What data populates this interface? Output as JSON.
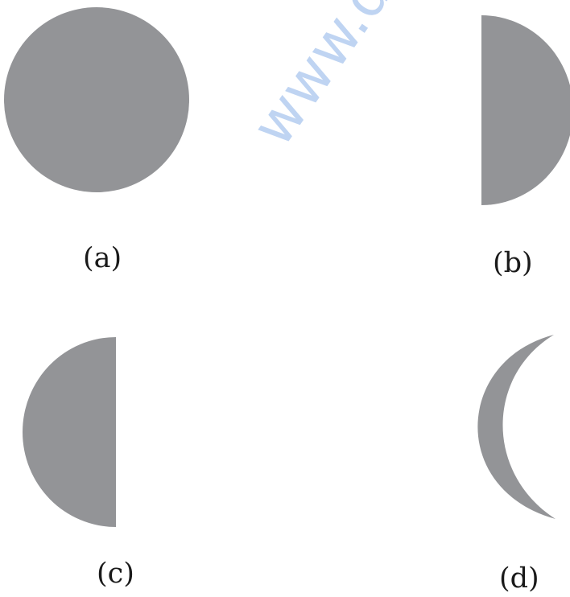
{
  "colors": {
    "shape_fill": "#939497",
    "watermark": "#6699e0",
    "label_text": "#1a1a1a",
    "background": "#ffffff"
  },
  "watermark_text": "www.drea",
  "figures": [
    {
      "id": "a",
      "label": "(a)",
      "shape": "full-circle"
    },
    {
      "id": "b",
      "label": "(b)",
      "shape": "right-half-disc"
    },
    {
      "id": "c",
      "label": "(c)",
      "shape": "left-half-disc"
    },
    {
      "id": "d",
      "label": "(d)",
      "shape": "crescent"
    }
  ]
}
